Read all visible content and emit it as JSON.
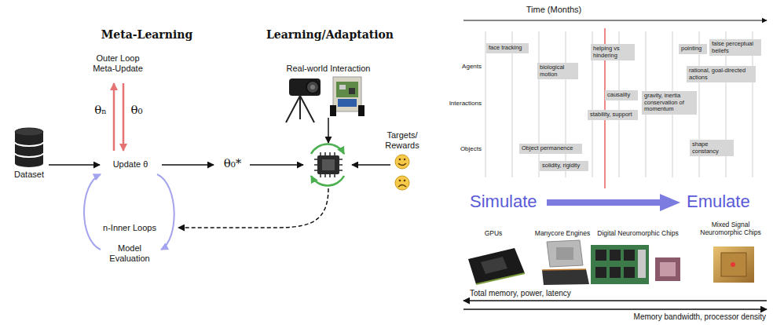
{
  "diagram": {
    "nodes": [
      {
        "text": [
          "face tracking"
        ]
      },
      {
        "text": [
          "biological motion"
        ]
      },
      {
        "text": [
          "helping vs hindering"
        ]
      },
      {
        "text": [
          "pointing"
        ]
      },
      {
        "text": [
          "false perceptual beliefs"
        ]
      },
      {
        "text": [
          "rational, goal-directed actions"
        ]
      },
      {
        "text": [
          "causality"
        ]
      },
      {
        "text": [
          "stability, support"
        ]
      },
      {
        "text": [
          "gravity, inertia conservation of momentum"
        ]
      },
      {
        "text": [
          "Object permanence"
        ]
      },
      {
        "text": [
          "solidity, rigidity"
        ]
      },
      {
        "text": [
          "shape constancy"
        ]
      }
    ],
    "labels": [
      "Meta-Learning",
      "Outer Loop Meta-Update",
      "θₙ",
      "θ₀",
      "Dataset",
      "Update θ",
      "n-Inner Loops",
      "Model Evaluation",
      "θ₀*",
      "Learning/Adaptation",
      "Real-world Interaction",
      "Targets/ Rewards",
      "Time (Months)",
      "Agents",
      "Interactions",
      "Objects",
      "Simulate",
      "Emulate",
      "GPUs",
      "Manycore Engines",
      "Digital Neuromorphic Chips",
      "Mixed Signal Neuromorphic Chips",
      "Total memory, power, latency",
      "Memory bandwidth, processor density"
    ]
  }
}
